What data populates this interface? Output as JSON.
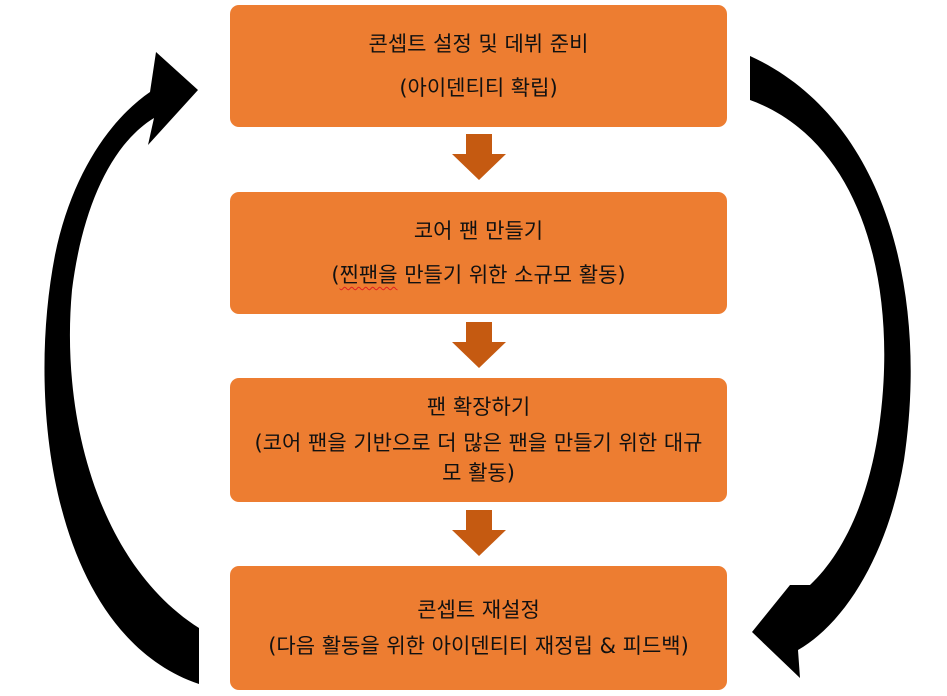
{
  "steps": [
    {
      "title": "콘셉트 설정 및 데뷔 준비",
      "subtitle": "(아이덴티티 확립)"
    },
    {
      "title": "코어 팬 만들기",
      "subtitle_open": "(",
      "subtitle_marked": "찐팬을",
      "subtitle_rest": " 만들기 위한 소규모 활동)"
    },
    {
      "title": "팬 확장하기",
      "subtitle": "(코어 팬을 기반으로 더 많은 팬을 만들기 위한 대규모 활동)"
    },
    {
      "title": "콘셉트 재설정",
      "subtitle": "(다음 활동을 위한 아이덴티티 재정립 & 피드백)"
    }
  ],
  "colors": {
    "box_fill": "#ED7D31",
    "down_arrow_fill": "#C55A11",
    "cycle_arrow_fill": "#000000"
  }
}
